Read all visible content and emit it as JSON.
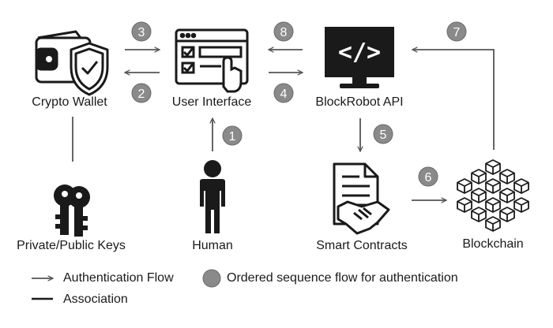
{
  "nodes": {
    "crypto_wallet": "Crypto Wallet",
    "user_interface": "User Interface",
    "blockrobot_api": "BlockRobot API",
    "private_public_keys": "Private/Public Keys",
    "human": "Human",
    "smart_contracts": "Smart Contracts",
    "blockchain": "Blockchain"
  },
  "steps": [
    "1",
    "2",
    "3",
    "4",
    "5",
    "6",
    "7",
    "8"
  ],
  "legend": {
    "authentication_flow": "Authentication Flow",
    "association": "Association",
    "ordered_sequence": "Ordered sequence flow for authentication"
  },
  "api_icon_text": "</>",
  "colors": {
    "ink": "#1a1a1a",
    "badge": "#8a8a8a",
    "arrow": "#555555"
  }
}
